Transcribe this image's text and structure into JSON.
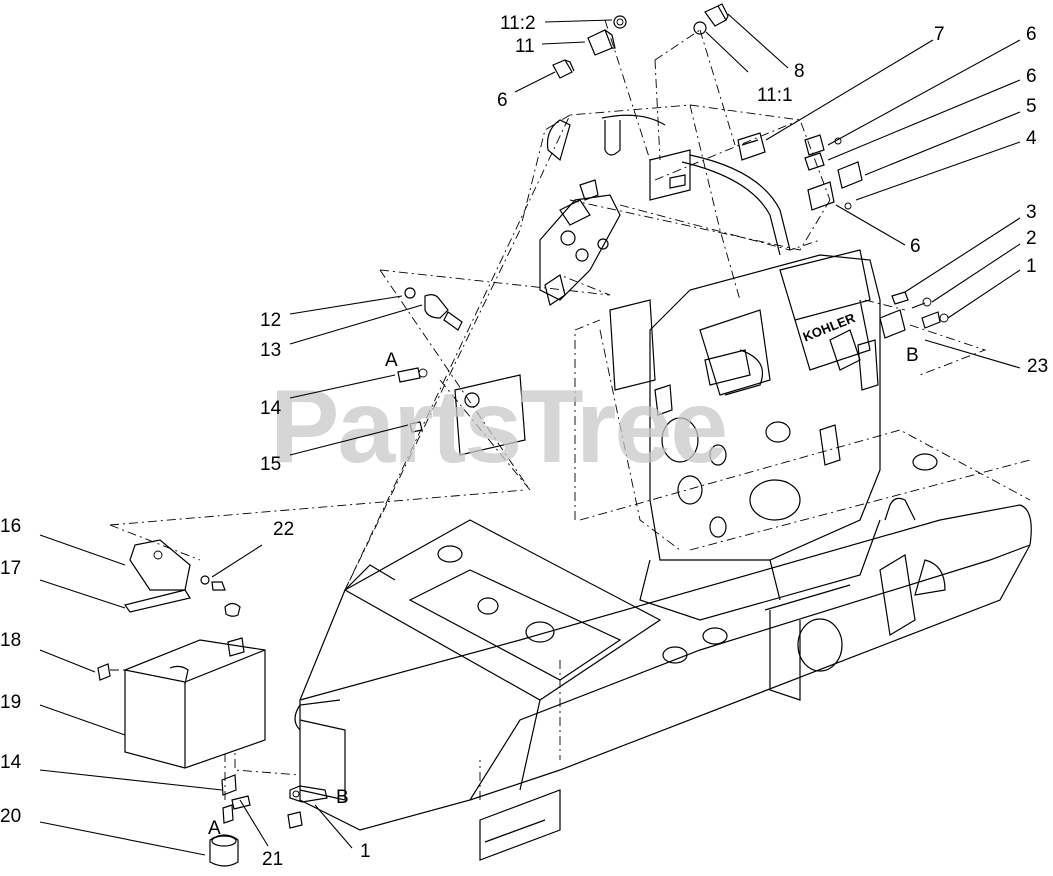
{
  "watermark": "PartsTree",
  "engine_brand": "KOHLER",
  "callouts": {
    "c11_2": "11:2",
    "c11": "11",
    "c6_top": "6",
    "c8": "8",
    "c11_1": "11:1",
    "c7": "7",
    "c6_a": "6",
    "c6_b": "6",
    "c5": "5",
    "c4": "4",
    "c6_c": "6",
    "c3": "3",
    "c2": "2",
    "c1_top": "1",
    "c23": "23",
    "cB_top": "B",
    "c12": "12",
    "c13": "13",
    "cA_mid": "A",
    "c14_mid": "14",
    "c15": "15",
    "c16": "16",
    "c22": "22",
    "c17": "17",
    "c18": "18",
    "c19": "19",
    "c14_low": "14",
    "cA_low": "A",
    "c20": "20",
    "c21": "21",
    "cB_low": "B",
    "c1_low": "1"
  }
}
